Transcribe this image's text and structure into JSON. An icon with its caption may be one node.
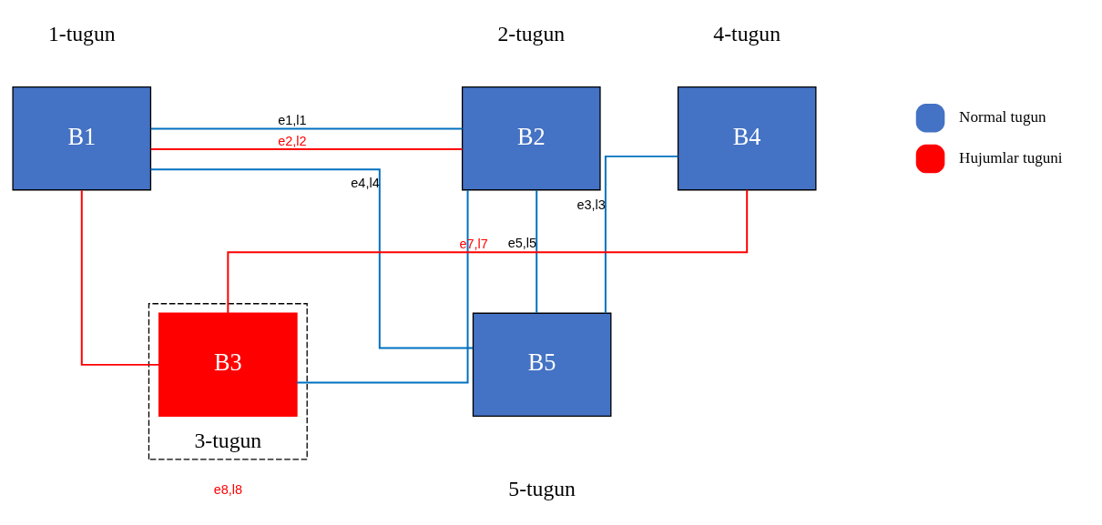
{
  "diagram": {
    "nodes": [
      {
        "text": [
          "B1"
        ],
        "beside": [
          "1-tugun"
        ]
      },
      {
        "text": [
          "B2"
        ],
        "beside": [
          "2-tugun"
        ]
      },
      {
        "text": [
          "B4"
        ],
        "beside": [
          "4-tugun"
        ]
      },
      {
        "text": [
          "B5"
        ],
        "beside": [
          "5-tugun"
        ]
      },
      {
        "text": [
          "3-tugun"
        ]
      },
      {
        "text": [
          "B3"
        ],
        "in": 4
      }
    ],
    "edges": [
      {
        "from": 0,
        "to": 1,
        "arrow": "none",
        "label": "e1,l1"
      },
      {
        "from": 0,
        "to": 1,
        "arrow": "none",
        "label": "e2,l2",
        "color": "#ff0000"
      },
      {
        "from": 0,
        "to": 5,
        "arrow": "none",
        "color": "#ff0000"
      },
      {
        "from": 0,
        "to": 3,
        "arrow": "none",
        "label": "e4,l4"
      },
      {
        "from": 2,
        "to": 3,
        "arrow": "none",
        "label": "e3,l3"
      },
      {
        "from": 1,
        "to": 3,
        "arrow": "none",
        "label": "e5,l5"
      },
      {
        "from": 1,
        "to": 5,
        "arrow": "none"
      },
      {
        "from": 2,
        "to": 5,
        "arrow": "none",
        "label": "e7,l7",
        "color": "#ff0000"
      }
    ],
    "labels": [
      "e8,l8"
    ],
    "legend": [
      {
        "text": "Normal tugun",
        "color": "#4472c4"
      },
      {
        "text": "Hujumlar tuguni",
        "color": "#ff0000"
      }
    ]
  }
}
